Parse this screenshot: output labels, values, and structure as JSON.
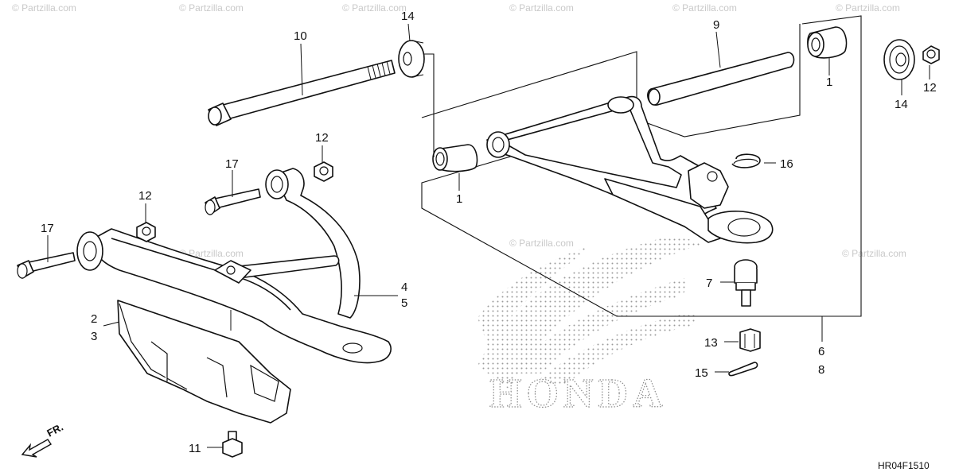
{
  "watermark": "© Partzilla.com",
  "diagram_code": "HR04F1510",
  "front_arrow_label": "FR.",
  "brand_logo_text": "HONDA",
  "callouts": {
    "c1a": "1",
    "c1b": "1",
    "c2": "2",
    "c3": "3",
    "c4": "4",
    "c5": "5",
    "c6": "6",
    "c7": "7",
    "c8": "8",
    "c9": "9",
    "c10": "10",
    "c11": "11",
    "c12a": "12",
    "c12b": "12",
    "c12c": "12",
    "c13": "13",
    "c14a": "14",
    "c14b": "14",
    "c15": "15",
    "c16": "16",
    "c17a": "17",
    "c17b": "17"
  }
}
